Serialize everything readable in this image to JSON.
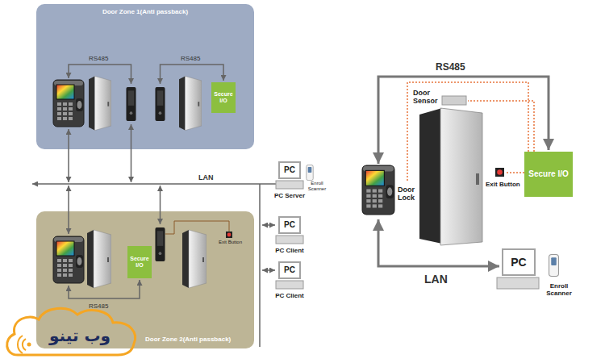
{
  "diagram": {
    "nodes": [
      {
        "text": [
          "Door Zone 1(Anti passback)"
        ]
      },
      {
        "text": [
          "Secure I/O"
        ],
        "in": 0
      },
      {
        "text": [
          "PC",
          "PC Server"
        ]
      },
      {
        "text": [
          "PC",
          "PC Client"
        ]
      },
      {
        "text": [
          "PC",
          "PC Client"
        ]
      },
      {
        "text": [
          "Door Zone 2(Anti passback)"
        ]
      },
      {
        "text": [
          "Secure I/O"
        ],
        "in": 5
      },
      {
        "text": [
          "Secure I/O"
        ]
      },
      {
        "text": [
          "PC"
        ]
      }
    ],
    "labels": [
      "RS485",
      "RS485",
      "LAN",
      "Enroll Scanner",
      "RS485",
      "Exit Button",
      "RS485",
      "Door Sensor",
      "Door Lock",
      "Exit Button",
      "LAN",
      "Enroll Scanner",
      "وب تینو"
    ]
  }
}
